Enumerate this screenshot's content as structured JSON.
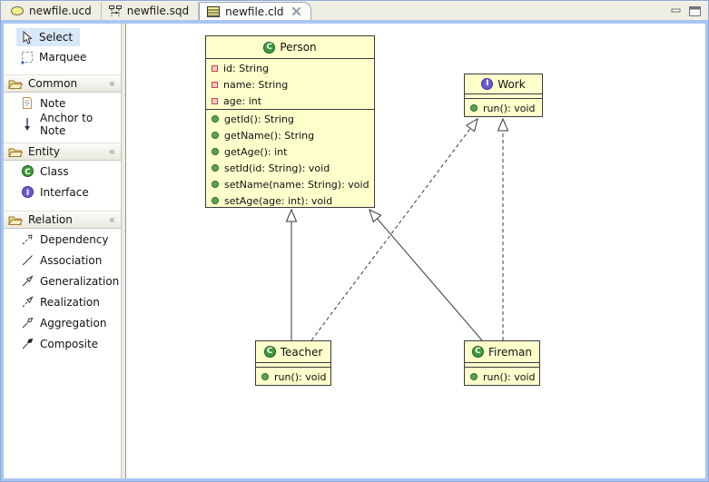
{
  "tabs": [
    {
      "label": "newfile.ucd",
      "icon": "usecase-diagram-icon",
      "active": false
    },
    {
      "label": "newfile.sqd",
      "icon": "sequence-diagram-icon",
      "active": false
    },
    {
      "label": "newfile.cld",
      "icon": "class-diagram-icon",
      "active": true
    }
  ],
  "window": {
    "controls": [
      "minimize",
      "maximize"
    ]
  },
  "palette": {
    "collapse_glyph": "«",
    "tools": [
      {
        "label": "Select",
        "selected": true
      },
      {
        "label": "Marquee",
        "selected": false
      }
    ],
    "sections": [
      {
        "label": "Common",
        "items": [
          "Note",
          "Anchor to Note"
        ]
      },
      {
        "label": "Entity",
        "items": [
          "Class",
          "Interface"
        ]
      },
      {
        "label": "Relation",
        "items": [
          "Dependency",
          "Association",
          "Generalization",
          "Realization",
          "Aggregation",
          "Composite"
        ]
      }
    ]
  },
  "diagram": {
    "classes": [
      {
        "name": "Person",
        "stereotype": "class",
        "icon_letter": "C",
        "attributes": [
          "id: String",
          "name: String",
          "age: int"
        ],
        "methods": [
          "getId(): String",
          "getName(): String",
          "getAge(): int",
          "setId(id: String): void",
          "setName(name: String): void",
          "setAge(age: int): void"
        ]
      },
      {
        "name": "Work",
        "stereotype": "interface",
        "icon_letter": "I",
        "attributes": [],
        "methods": [
          "run(): void"
        ]
      },
      {
        "name": "Teacher",
        "stereotype": "class",
        "icon_letter": "C",
        "attributes": [],
        "methods": [
          "run(): void"
        ]
      },
      {
        "name": "Fireman",
        "stereotype": "class",
        "icon_letter": "C",
        "attributes": [],
        "methods": [
          "run(): void"
        ]
      }
    ],
    "relations": [
      {
        "from": "Teacher",
        "to": "Person",
        "type": "generalization",
        "line": "solid"
      },
      {
        "from": "Fireman",
        "to": "Person",
        "type": "generalization",
        "line": "solid"
      },
      {
        "from": "Teacher",
        "to": "Work",
        "type": "realization",
        "line": "dashed"
      },
      {
        "from": "Fireman",
        "to": "Work",
        "type": "realization",
        "line": "dashed"
      }
    ]
  },
  "colors": {
    "box_fill": "#FFFFCC",
    "box_border": "#3A3A3A",
    "selection_bg": "#D9E7FA",
    "frame_blue": "#A9C5F2",
    "tabbar_bg": "#EFEEE2",
    "class_icon_green": "#3C9B3C",
    "interface_icon_purple": "#6A5BC8",
    "attribute_icon_red": "#BE4B4B",
    "method_icon_green": "#57A457"
  }
}
